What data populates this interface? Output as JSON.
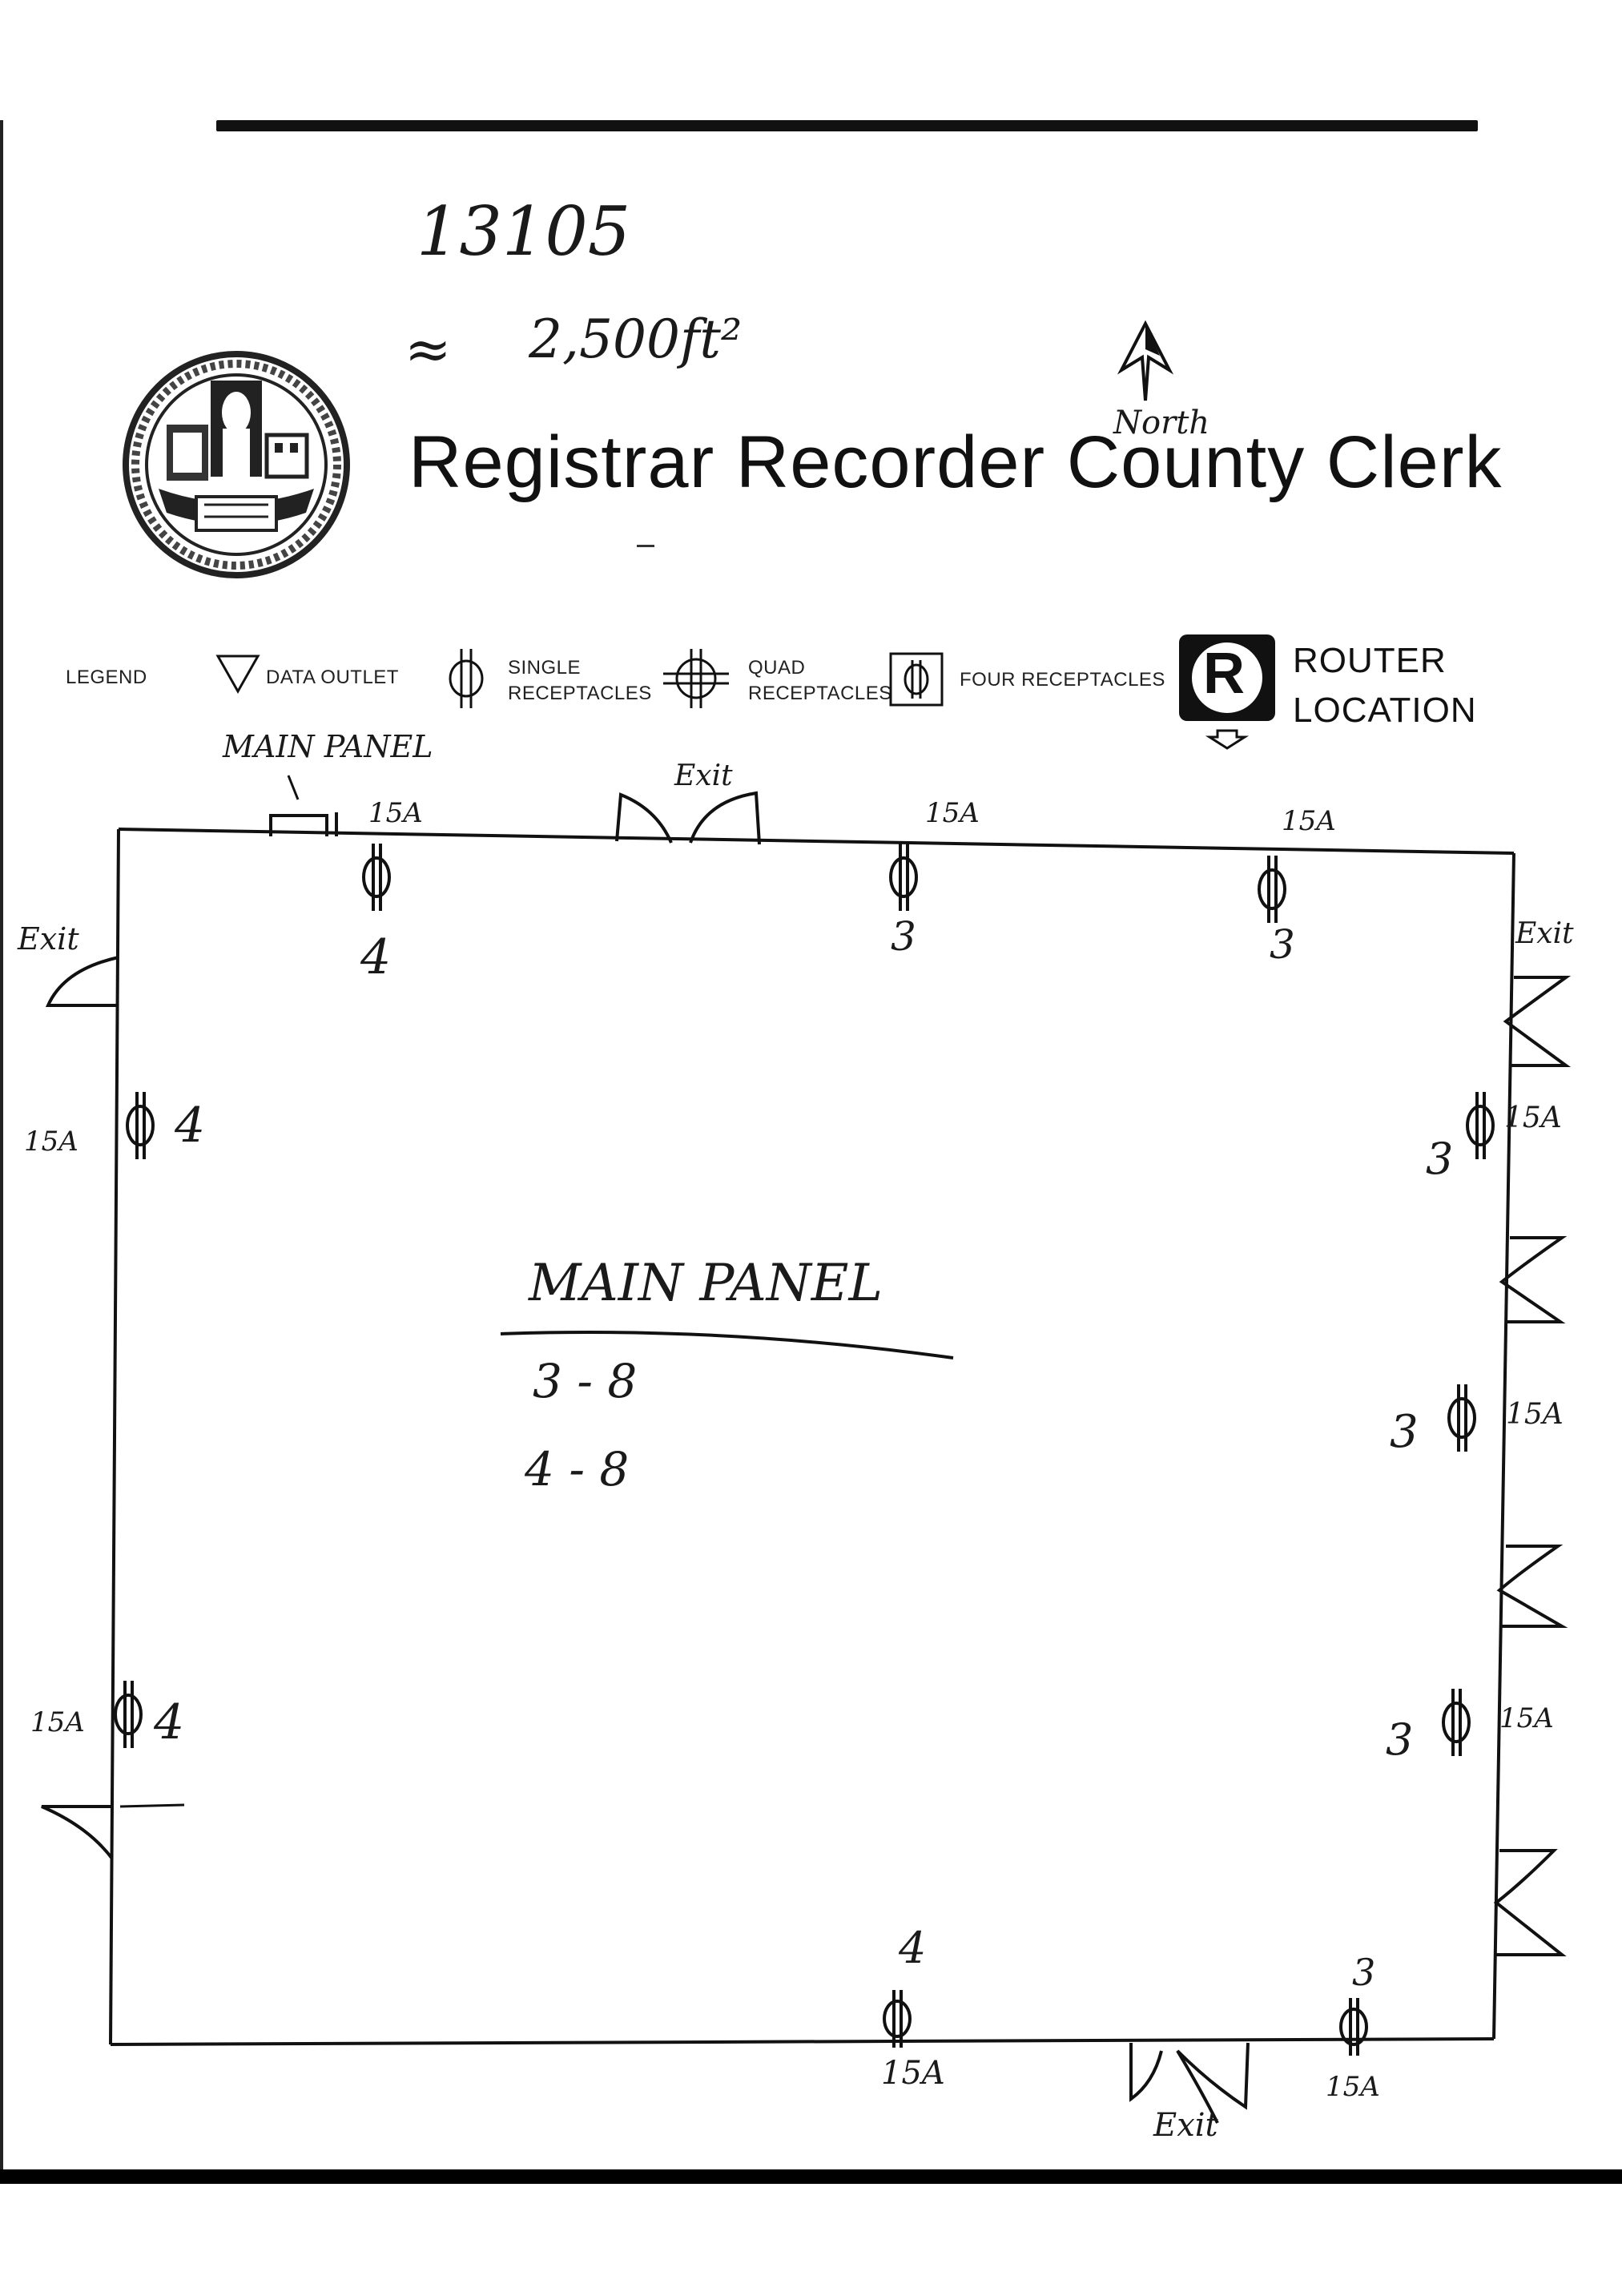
{
  "header": {
    "site_number": "13105",
    "area": "2,500ft²",
    "north_label": "North",
    "title": "Registrar Recorder County Clerk",
    "seal_alt": "county-seal"
  },
  "legend": {
    "label": "LEGEND",
    "data_outlet": "DATA OUTLET",
    "single_line1": "SINGLE",
    "single_line2": "RECEPTACLES",
    "quad_line1": "QUAD",
    "quad_line2": "RECEPTACLES",
    "four": "FOUR RECEPTACLES",
    "router_line1": "ROUTER",
    "router_line2": "LOCATION",
    "router_glyph": "R"
  },
  "plan": {
    "main_panel_callout": "MAIN PANEL",
    "center_heading": "MAIN PANEL",
    "center_line1": "3 - 8",
    "center_line2": "4 - 8",
    "exit_top": "Exit",
    "exit_left": "Exit",
    "exit_right": "Exit",
    "exit_bottom": "Exit",
    "receptacles": [
      {
        "id": "top-1",
        "amp": "15A",
        "count": "4"
      },
      {
        "id": "top-2",
        "amp": "15A",
        "count": "3"
      },
      {
        "id": "top-3",
        "amp": "15A",
        "count": "3"
      },
      {
        "id": "left-1",
        "amp": "15A",
        "count": "4"
      },
      {
        "id": "left-2",
        "amp": "15A",
        "count": "4"
      },
      {
        "id": "right-1",
        "amp": "15A",
        "count": "3"
      },
      {
        "id": "right-2",
        "amp": "15A",
        "count": "3"
      },
      {
        "id": "right-3",
        "amp": "15A",
        "count": "3"
      },
      {
        "id": "bottom-1",
        "amp": "15A",
        "count": "4"
      },
      {
        "id": "bottom-2",
        "amp": "15A",
        "count": "3"
      }
    ]
  }
}
